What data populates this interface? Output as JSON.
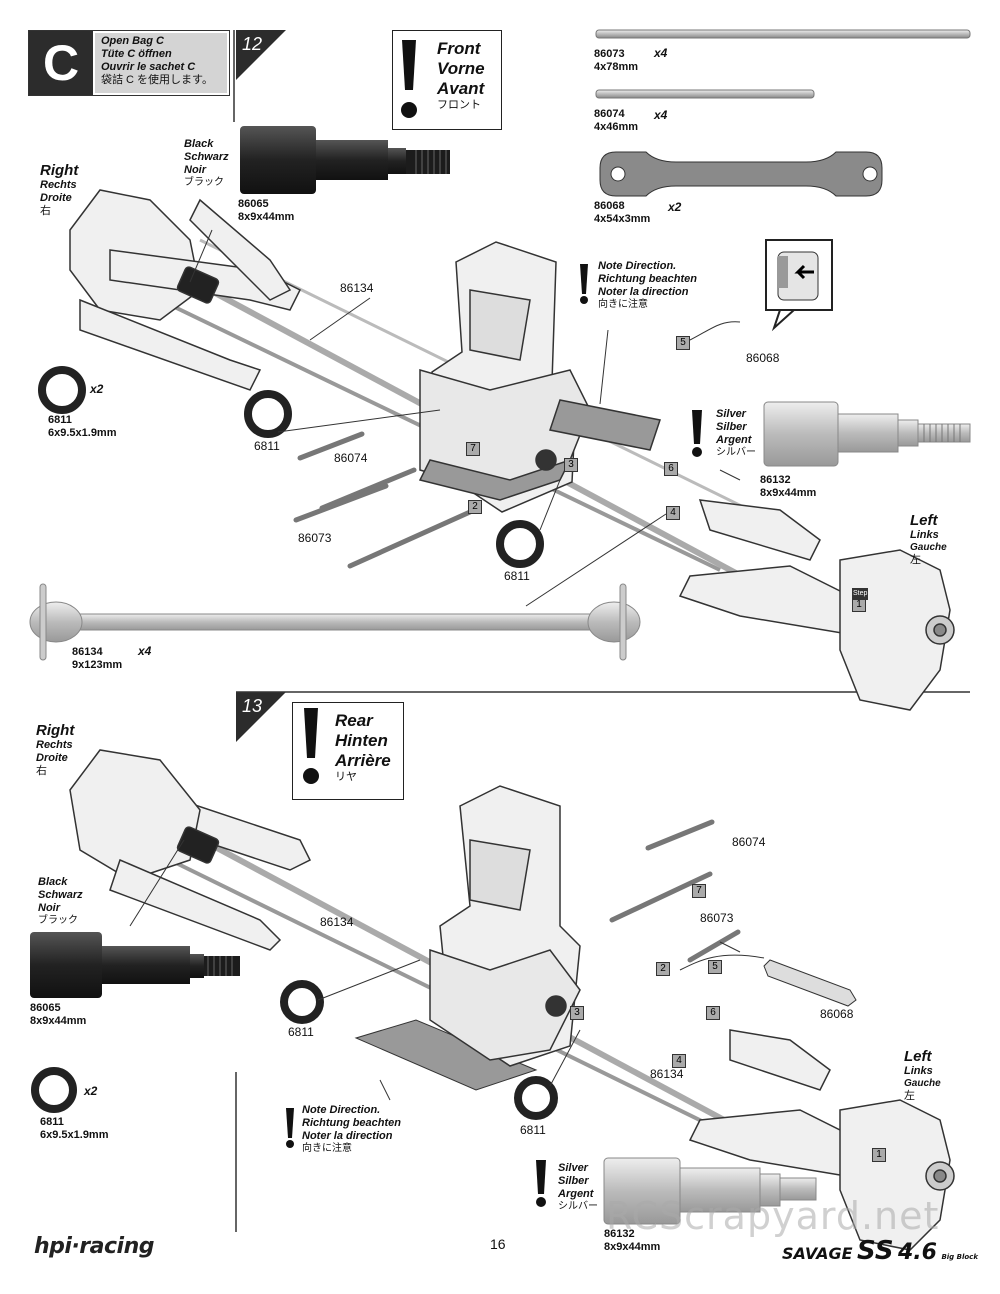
{
  "header": {
    "letter": "C",
    "bag_lines": [
      "Open Bag C",
      "Tüte C öffnen",
      "Ouvrir le sachet C",
      "袋詰 C を使用します。"
    ]
  },
  "step12": {
    "number": "12",
    "front_note": [
      "Front",
      "Vorne",
      "Avant",
      "フロント"
    ],
    "right": [
      "Right",
      "Rechts",
      "Droite",
      "右"
    ],
    "left": [
      "Left",
      "Links",
      "Gauche",
      "左"
    ],
    "black": [
      "Black",
      "Schwarz",
      "Noir",
      "ブラック"
    ],
    "silver": [
      "Silver",
      "Silber",
      "Argent",
      "シルバー"
    ],
    "note_direction": [
      "Note Direction.",
      "Richtung beachten",
      "Noter la direction",
      "向きに注意"
    ],
    "parts": {
      "p86065": [
        "86065",
        "8x9x44mm"
      ],
      "p86073": [
        "86073",
        "4x78mm"
      ],
      "p86073_qty": "x4",
      "p86074": [
        "86074",
        "4x46mm"
      ],
      "p86074_qty": "x4",
      "p86068": [
        "86068",
        "4x54x3mm"
      ],
      "p86068_qty": "x2",
      "p6811": [
        "6811",
        "6x9.5x1.9mm"
      ],
      "p6811_qty": "x2",
      "p86132": [
        "86132",
        "8x9x44mm"
      ],
      "p86134": [
        "86134",
        "9x123mm"
      ],
      "p86134_qty": "x4"
    },
    "callouts": {
      "c86134": "86134",
      "c86068": "86068",
      "c6811a": "6811",
      "c86074": "86074",
      "c86073": "86073",
      "c6811b": "6811"
    },
    "tags": [
      "1",
      "2",
      "3",
      "4",
      "5",
      "6",
      "7"
    ],
    "step_tag": "Step"
  },
  "step13": {
    "number": "13",
    "rear_note": [
      "Rear",
      "Hinten",
      "Arrière",
      "リヤ"
    ],
    "right": [
      "Right",
      "Rechts",
      "Droite",
      "右"
    ],
    "left": [
      "Left",
      "Links",
      "Gauche",
      "左"
    ],
    "black": [
      "Black",
      "Schwarz",
      "Noir",
      "ブラック"
    ],
    "silver": [
      "Silver",
      "Silber",
      "Argent",
      "シルバー"
    ],
    "note_direction": [
      "Note Direction.",
      "Richtung beachten",
      "Noter la direction",
      "向きに注意"
    ],
    "parts": {
      "p86065": [
        "86065",
        "8x9x44mm"
      ],
      "p6811": [
        "6811",
        "6x9.5x1.9mm"
      ],
      "p6811_qty": "x2",
      "p86132": [
        "86132",
        "8x9x44mm"
      ]
    },
    "callouts": {
      "c86074": "86074",
      "c86134a": "86134",
      "c86073": "86073",
      "c6811a": "6811",
      "c86068": "86068",
      "c86134b": "86134",
      "c6811b": "6811"
    },
    "tags": [
      "1",
      "2",
      "3",
      "4",
      "5",
      "6",
      "7"
    ]
  },
  "footer": {
    "brand_left": "hpi·racing",
    "page_number": "16",
    "brand_right": "SAVAGE",
    "brand_right_ss": "SS",
    "brand_right_ver": "4.6",
    "brand_right_sub": "Big Block",
    "watermark": "RCScrapyard.net"
  },
  "colors": {
    "part_dark": "#2c2c2c",
    "part_mid": "#8a8a8a",
    "part_light": "#d8d8d8",
    "line": "#333333"
  }
}
